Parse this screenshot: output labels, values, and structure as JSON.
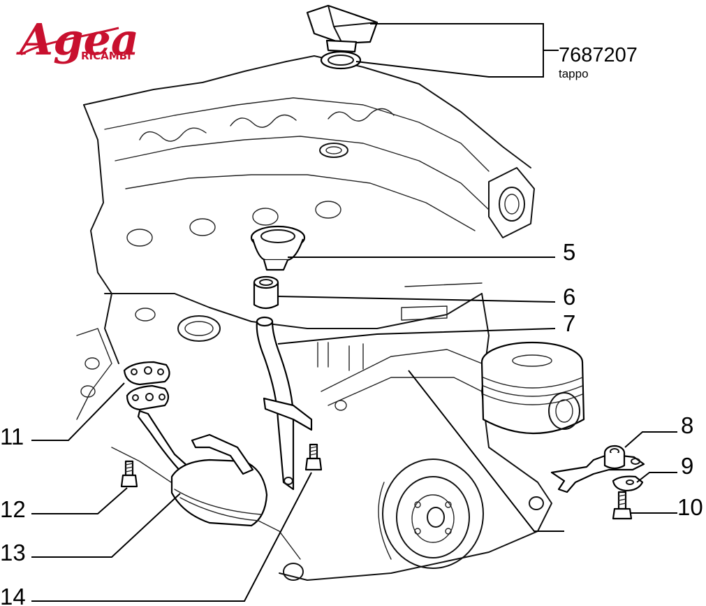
{
  "brand": {
    "logo_text": "Agea",
    "logo_subtext": "RICAMBI",
    "logo_color": "#c8102e"
  },
  "part_highlight": {
    "number": "7687207",
    "description": "tappo"
  },
  "callouts": {
    "c5": "5",
    "c6": "6",
    "c7": "7",
    "c8": "8",
    "c9": "9",
    "c10": "10",
    "c11": "11",
    "c12": "12",
    "c13": "13",
    "c14": "14"
  },
  "colors": {
    "line": "#000000",
    "background": "#ffffff"
  }
}
